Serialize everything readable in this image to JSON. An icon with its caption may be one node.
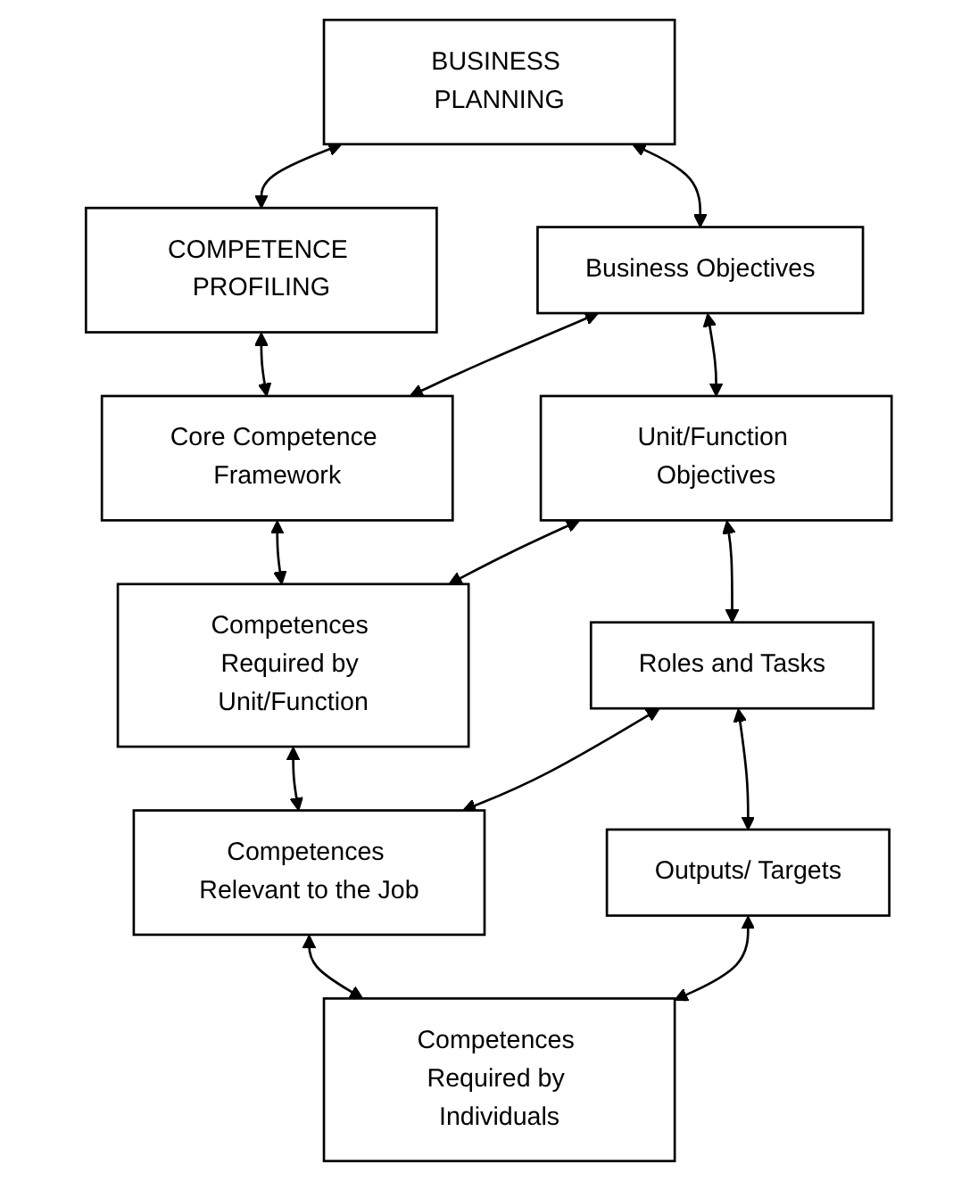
{
  "diagram": {
    "nodes": [
      {
        "text": [
          "BUSINESS PLANNING"
        ]
      },
      {
        "text": [
          "COMPETENCE PROFILING"
        ]
      },
      {
        "text": [
          "Business Objectives"
        ]
      },
      {
        "text": [
          "Core Competence Framework"
        ]
      },
      {
        "text": [
          "Unit/Function Objectives"
        ]
      },
      {
        "text": [
          "Competences Required by Unit/Function"
        ]
      },
      {
        "text": [
          "Roles and Tasks"
        ]
      },
      {
        "text": [
          "Competences Relevant to the Job"
        ]
      },
      {
        "text": [
          "Outputs/ Targets"
        ]
      },
      {
        "text": [
          "Competences Required by Individuals"
        ]
      }
    ],
    "edges": [
      {
        "from": 0,
        "to": 1,
        "arrow": "both"
      },
      {
        "from": 0,
        "to": 2,
        "arrow": "both"
      },
      {
        "from": 1,
        "to": 3,
        "arrow": "both"
      },
      {
        "from": 2,
        "to": 3,
        "arrow": "both"
      },
      {
        "from": 2,
        "to": 4,
        "arrow": "both"
      },
      {
        "from": 3,
        "to": 5,
        "arrow": "both"
      },
      {
        "from": 4,
        "to": 5,
        "arrow": "both"
      },
      {
        "from": 4,
        "to": 6,
        "arrow": "both"
      },
      {
        "from": 5,
        "to": 7,
        "arrow": "both"
      },
      {
        "from": 6,
        "to": 7,
        "arrow": "both"
      },
      {
        "from": 6,
        "to": 8,
        "arrow": "both"
      },
      {
        "from": 7,
        "to": 9,
        "arrow": "both"
      },
      {
        "from": 8,
        "to": 9,
        "arrow": "both"
      }
    ]
  }
}
